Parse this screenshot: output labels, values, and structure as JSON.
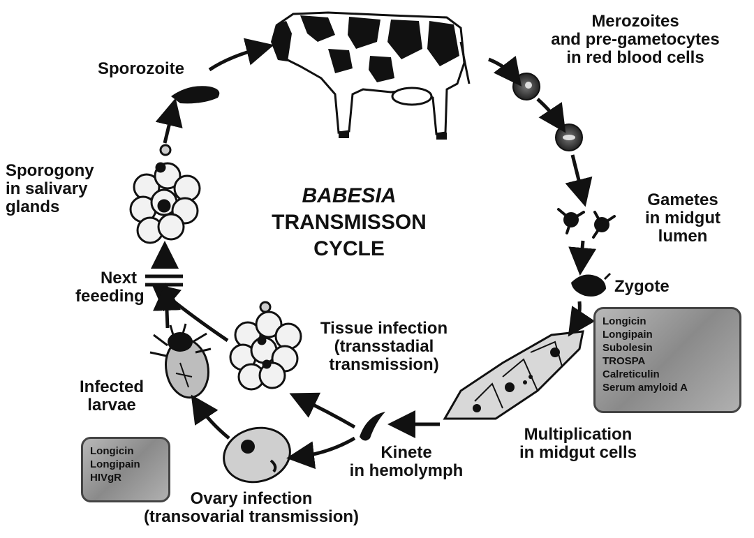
{
  "title": {
    "line1": "BABESIA",
    "line2": "TRANSMISSON",
    "line3": "CYCLE"
  },
  "labels": {
    "merozoites": [
      "Merozoites",
      "and pre-gametocytes",
      "in red blood cells"
    ],
    "sporozoite": [
      "Sporozoite"
    ],
    "sporogony": [
      "Sporogony",
      "in salivary",
      "glands"
    ],
    "gametes": [
      "Gametes",
      "in midgut",
      "lumen"
    ],
    "zygote": [
      "Zygote"
    ],
    "next_feeding": [
      "Next",
      "feeeding"
    ],
    "tissue_infection": [
      "Tissue infection",
      "(transstadial",
      "transmission)"
    ],
    "infected_larvae": [
      "Infected",
      "larvae"
    ],
    "multiplication": [
      "Multiplication",
      "in midgut cells"
    ],
    "kinete": [
      "Kinete",
      "in hemolymph"
    ],
    "ovary_infection": [
      "Ovary infection",
      "(transovarial transmission)"
    ]
  },
  "midgut_box": {
    "items": [
      "Longicin",
      "Longipain",
      "Subolesin",
      "TROSPA",
      "Calreticulin",
      "Serum amyloid A"
    ]
  },
  "ovary_box": {
    "items": [
      "Longicin",
      "Longipain",
      "HIVgR"
    ]
  },
  "colors": {
    "ink": "#111111",
    "box_fill": "#9a9a9a",
    "box_border": "#444444"
  }
}
